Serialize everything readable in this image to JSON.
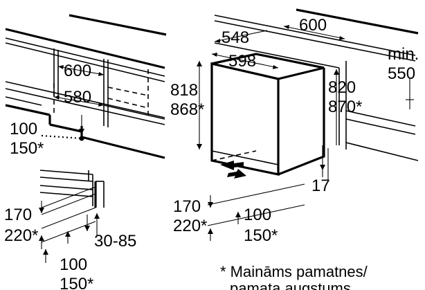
{
  "left_top": {
    "width_600": "600",
    "width_580": "580",
    "recess_100": "100",
    "recess_150": "150*"
  },
  "left_bottom": {
    "plinth_170": "170",
    "plinth_220": "220*",
    "depth_range": "30-85",
    "vent_100": "100",
    "vent_150": "150*"
  },
  "right": {
    "depth_548": "548",
    "width_598": "598",
    "niche_600": "600",
    "min_label": "min.",
    "min_value": "550",
    "height_818": "818",
    "height_868": "868*",
    "height_820": "820",
    "height_870": "870*",
    "gap_17": "17",
    "plinth_170": "170",
    "plinth_220": "220*",
    "vent_100": "100",
    "vent_150": "150*"
  },
  "footnote": {
    "line1": "* Maināms pamatnes/",
    "line2": "pamata augstums"
  }
}
